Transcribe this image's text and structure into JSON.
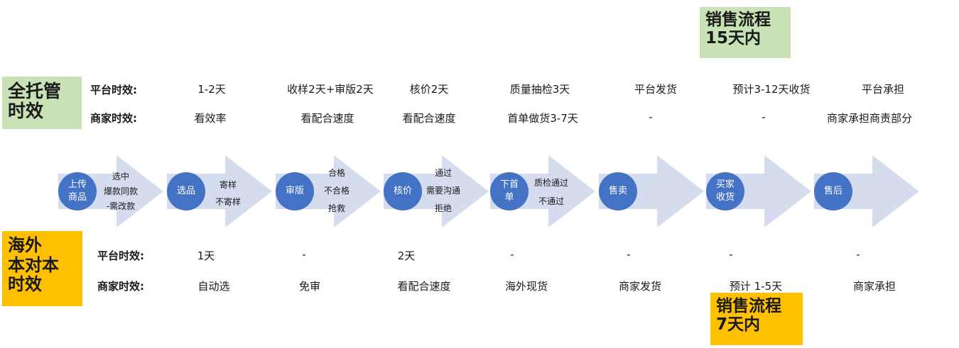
{
  "full_custody": {
    "title_lines": [
      "全托管",
      "时效"
    ],
    "sales_badge_lines": [
      "销售流程",
      "15天内"
    ],
    "platform_label": "平台时效:",
    "merchant_label": "商家时效:",
    "platform_times": [
      "1-2天",
      "收样2天+审版2天",
      "核价2天",
      "质量抽检3天",
      "平台发货",
      "预计3-12天收货",
      "平台承担"
    ],
    "merchant_times": [
      "看效率",
      "看配合速度",
      "看配合速度",
      "首单做货3-7天",
      "-",
      "-",
      "商家承担商责部分"
    ]
  },
  "process": {
    "steps": [
      {
        "name_lines": [
          "上传",
          "商品"
        ],
        "branches": [
          "选中",
          "爆款同款",
          "-需改款"
        ]
      },
      {
        "name_lines": [
          "选品"
        ],
        "branches": [
          "寄样",
          "不寄样"
        ]
      },
      {
        "name_lines": [
          "审版"
        ],
        "branches": [
          "合格",
          "不合格",
          "抢救"
        ]
      },
      {
        "name_lines": [
          "核价"
        ],
        "branches": [
          "通过",
          "需要沟通",
          "拒绝"
        ]
      },
      {
        "name_lines": [
          "下首",
          "单"
        ],
        "branches": [
          "质检通过",
          "不通过"
        ]
      },
      {
        "name_lines": [
          "售卖"
        ],
        "branches": []
      },
      {
        "name_lines": [
          "买家",
          "收货"
        ],
        "branches": []
      },
      {
        "name_lines": [
          "售后"
        ],
        "branches": []
      }
    ]
  },
  "overseas": {
    "title_lines": [
      "海外",
      "本对本",
      "时效"
    ],
    "sales_badge_lines": [
      "销售流程",
      "7天内"
    ],
    "platform_label": "平台时效:",
    "merchant_label": "商家时效:",
    "platform_times": [
      "1天",
      "-",
      "2天",
      "-",
      "-",
      "-",
      "-"
    ],
    "merchant_times": [
      "自动选",
      "免审",
      "看配合速度",
      "海外现货",
      "商家发货",
      "预计 1-5天",
      "商家承担"
    ]
  },
  "colors": {
    "arrow": "#d4dcee",
    "circle": "#4472c4",
    "green_box": "#c8e2b5",
    "gold_box": "#ffc000"
  }
}
